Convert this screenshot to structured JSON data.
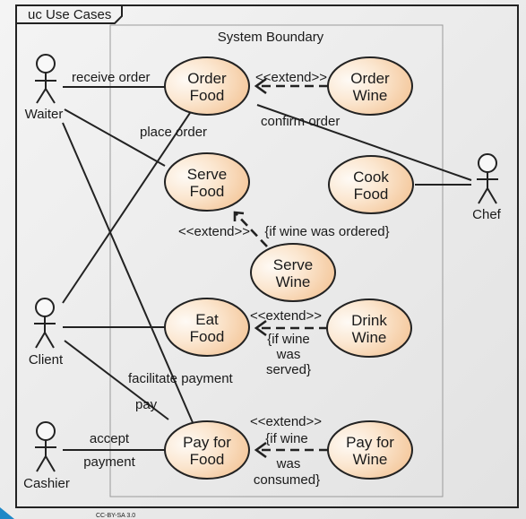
{
  "frame": {
    "title": "uc Use Cases"
  },
  "system": {
    "label": "System Boundary"
  },
  "actors": {
    "waiter": "Waiter",
    "chef": "Chef",
    "client": "Client",
    "cashier": "Cashier"
  },
  "use_cases": {
    "order_food": [
      "Order",
      "Food"
    ],
    "order_wine": [
      "Order",
      "Wine"
    ],
    "serve_food": [
      "Serve",
      "Food"
    ],
    "cook_food": [
      "Cook",
      "Food"
    ],
    "serve_wine": [
      "Serve",
      "Wine"
    ],
    "eat_food": [
      "Eat",
      "Food"
    ],
    "drink_wine": [
      "Drink",
      "Wine"
    ],
    "pay_food": [
      "Pay for",
      "Food"
    ],
    "pay_wine": [
      "Pay for",
      "Wine"
    ]
  },
  "labels": {
    "receive_order": "receive order",
    "place_order": "place order",
    "confirm_order": "confirm order",
    "facilitate_payment": "facilitate payment",
    "pay": "pay",
    "accept": "accept",
    "payment": "payment"
  },
  "extends": {
    "order_wine": {
      "stereotype": "<<extend>>"
    },
    "serve_wine": {
      "stereotype": "<<extend>>",
      "condition": "{if wine was ordered}"
    },
    "drink_wine": {
      "stereotype": "<<extend>>",
      "condition": [
        "{if wine",
        "was",
        "served}"
      ]
    },
    "pay_wine": {
      "stereotype": "<<extend>>",
      "condition": [
        "{if wine",
        "was",
        "consumed}"
      ]
    }
  },
  "footer": {
    "license": "CC-BY-SA 3.0"
  },
  "colors": {
    "ellipse_fill_light": "#fefaf5",
    "ellipse_fill_dark": "#f6c99b",
    "accent_corner": "#1e88c7"
  }
}
